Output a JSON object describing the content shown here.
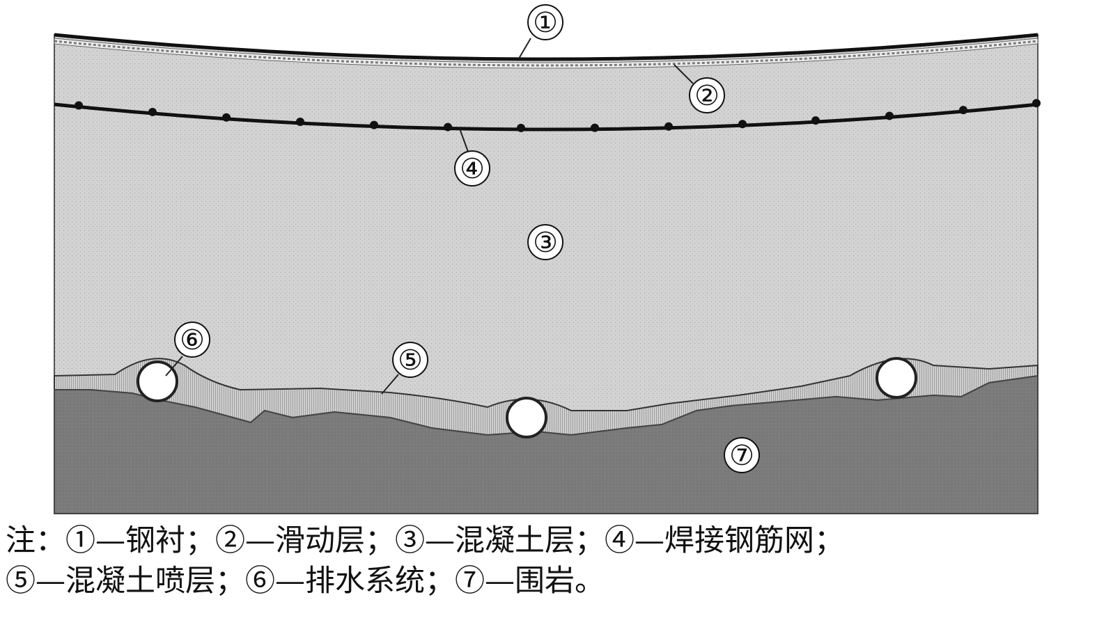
{
  "labels": {
    "n1": "①",
    "n2": "②",
    "n3": "③",
    "n4": "④",
    "n5": "⑤",
    "n6": "⑥",
    "n7": "⑦"
  },
  "note": {
    "line1": "注：①—钢衬；②—滑动层；③—混凝土层；④—焊接钢筋网；",
    "line2": "⑤—混凝土喷层；⑥—排水系统；⑦—围岩。"
  },
  "colors": {
    "concrete": "#d2d2d2",
    "shotcrete": "#c4c4c4",
    "rock": "#7b7b7b",
    "line": "#111111",
    "background": "#ffffff"
  }
}
